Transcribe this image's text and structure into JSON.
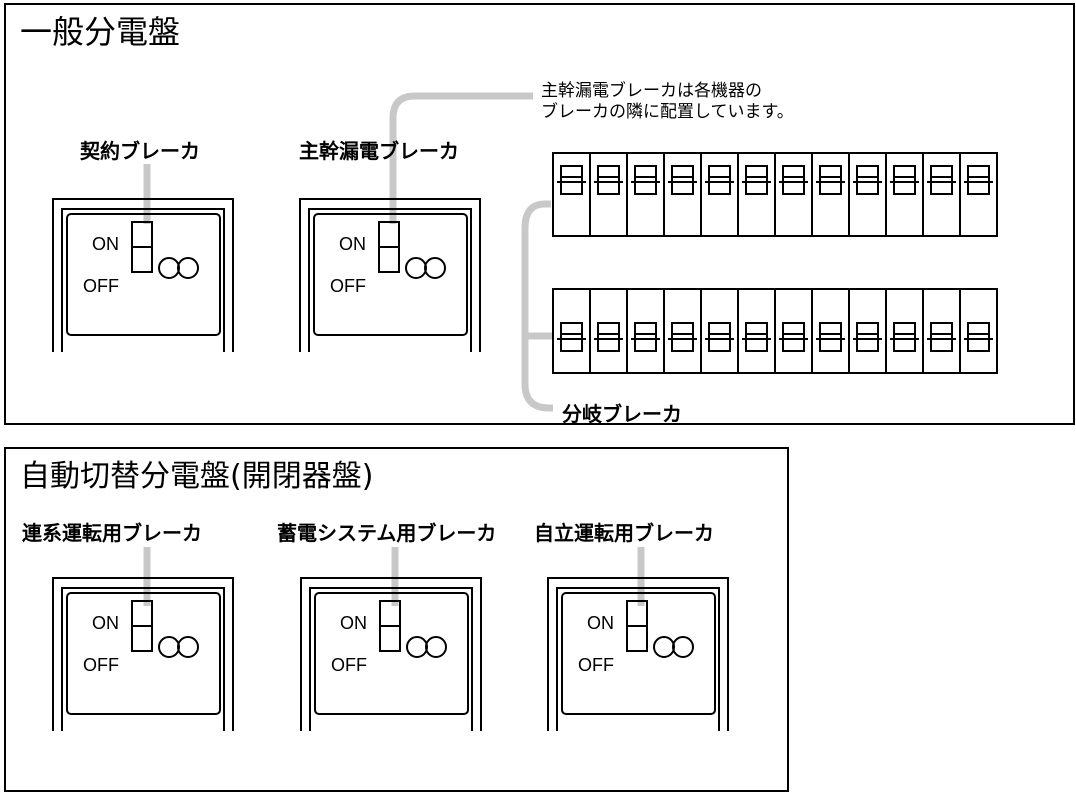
{
  "panel_general": {
    "title": "一般分電盤",
    "breakers": [
      {
        "label": "契約ブレーカ",
        "on": "ON",
        "off": "OFF"
      },
      {
        "label": "主幹漏電ブレーカ",
        "on": "ON",
        "off": "OFF"
      }
    ],
    "note_line1": "主幹漏電ブレーカは各機器の",
    "note_line2": "ブレーカの隣に配置しています。",
    "branch_label": "分岐ブレーカ"
  },
  "panel_auto": {
    "title": "自動切替分電盤(開閉器盤)",
    "breakers": [
      {
        "label": "連系運転用ブレーカ",
        "on": "ON",
        "off": "OFF"
      },
      {
        "label": "蓄電システム用ブレーカ",
        "on": "ON",
        "off": "OFF"
      },
      {
        "label": "自立運転用ブレーカ",
        "on": "ON",
        "off": "OFF"
      }
    ]
  },
  "colors": {
    "line": "#000000",
    "callout_gray": "#c8c8c8"
  }
}
